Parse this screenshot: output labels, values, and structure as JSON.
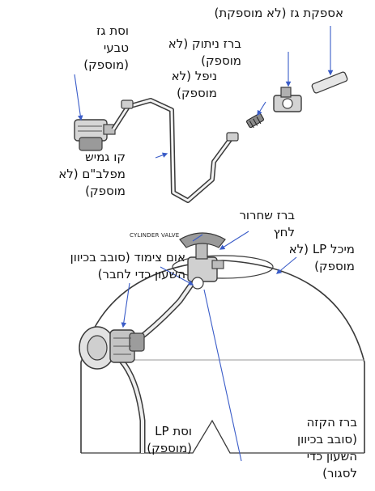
{
  "labels": {
    "gas_supply": "אספקת גז (לא מוספקת)",
    "natural_gas_regulator": "וסת גז\nטבעי\n(מוספק)",
    "disconnect_valve": "ברז ניתוק (לא\nמוספק)",
    "nipple": "ניפל (לא\nמוספק)",
    "flexible_steel_line": "קו גמיש\nמפלב\"ם (לא\nמוספק)",
    "relief_valve": "ברז שחרור\nלחץ",
    "lp_cylinder": "מיכל LP (לא\nמוספק)",
    "coupling_nut": "אום צימוד (סובב בכיוון\nהשעון כדי לחבר)",
    "cylinder_valve_tag": "CYLINDER VALVE",
    "lp_regulator": "וסת LP\n(מוספק)",
    "shutoff_valve": "ברז הקזה\n(סובב בכיוון\nהשעון כדי\nלסגור)"
  },
  "colors": {
    "pointer": "#3a5cc8",
    "line_art": "#3a3a3a",
    "text": "#111111"
  }
}
